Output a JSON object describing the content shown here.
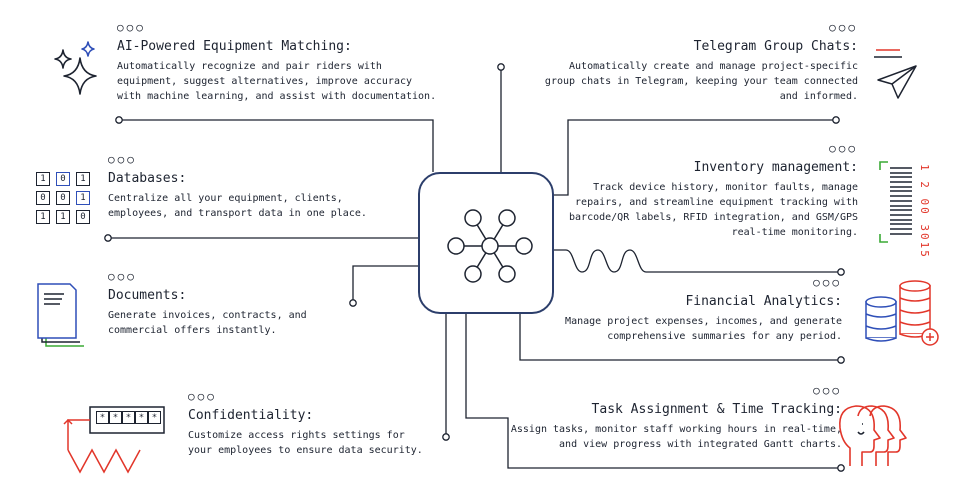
{
  "features": [
    {
      "key": "ai",
      "dots": "○○○",
      "title": "AI-Powered Equipment Matching:",
      "desc": "Automatically recognize and pair riders with equipment, suggest alternatives, improve accuracy with machine learning, and assist with documentation."
    },
    {
      "key": "db",
      "dots": "○○○",
      "title": "Databases:",
      "desc": "Centralize all your equipment, clients, employees, and transport data in one place."
    },
    {
      "key": "docs",
      "dots": "○○○",
      "title": "Documents:",
      "desc": "Generate invoices, contracts, and commercial offers instantly."
    },
    {
      "key": "conf",
      "dots": "○○○",
      "title": "Confidentiality:",
      "desc": "Customize access rights settings for your employees to ensure data security."
    },
    {
      "key": "tg",
      "dots": "○○○",
      "title": "Telegram Group Chats:",
      "desc": "Automatically create and manage project-specific group chats in Telegram, keeping your team connected and informed."
    },
    {
      "key": "inv",
      "dots": "○○○",
      "title": "Inventory management:",
      "desc": "Track device history, monitor faults, manage repairs, and streamline equipment tracking with barcode/QR labels, RFID integration, and GSM/GPS real-time monitoring."
    },
    {
      "key": "fin",
      "dots": "○○○",
      "title": "Financial Analytics:",
      "desc": "Manage project expenses, incomes, and generate comprehensive summaries for any period."
    },
    {
      "key": "task",
      "dots": "○○○",
      "title": "Task Assignment & Time Tracking:",
      "desc": "Assign tasks, monitor staff working hours in real-time, and view progress with integrated Gantt charts."
    }
  ],
  "binary_grid": [
    [
      "1",
      "0",
      "1"
    ],
    [
      "0",
      "0",
      "1"
    ],
    [
      "1",
      "1",
      "0"
    ]
  ],
  "password_mask": [
    "*",
    "*",
    "*",
    "*",
    "*"
  ],
  "barcode_number": "1 2 00 3015",
  "colors": {
    "ink": "#1d2330",
    "blue": "#2f4fb8",
    "red": "#e2362a",
    "green": "#3aaa35",
    "hub": "#2c3e6b"
  },
  "icons": {
    "ai": "sparkle-stars-icon",
    "db": "binary-grid-icon",
    "docs": "documents-icon",
    "conf": "password-lock-icon",
    "tg": "paper-plane-icon",
    "inv": "barcode-icon",
    "fin": "coin-stack-icon",
    "task": "people-heads-icon",
    "hub": "network-hub-icon"
  }
}
